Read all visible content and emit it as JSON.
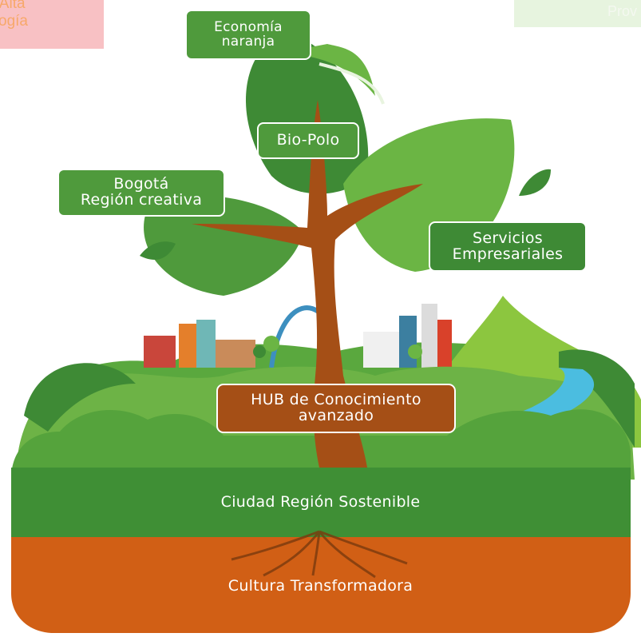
{
  "corner_tags": {
    "left": {
      "line1": "e Alta",
      "line2": "ogía"
    },
    "right": {
      "text": "Prov"
    }
  },
  "labels": {
    "economia_naranja": [
      "Economía",
      "naranja"
    ],
    "bio_polo": [
      "Bio-Polo"
    ],
    "bogota_region": [
      "Bogotá",
      "Región creativa"
    ],
    "servicios": [
      "Servicios",
      "Empresariales"
    ],
    "hub": [
      "HUB de Conocimiento",
      "avanzado"
    ],
    "ciudad_region": "Ciudad Región Sostenible",
    "cultura": "Cultura Transformadora"
  },
  "colors": {
    "ground_green": "#3f8f35",
    "soil_brown": "#d15f15",
    "trunk_brown": "#a54f16",
    "leaf_light": "#6bb544",
    "leaf_dark": "#3e8a35",
    "river_blue": "#4bbde0"
  }
}
